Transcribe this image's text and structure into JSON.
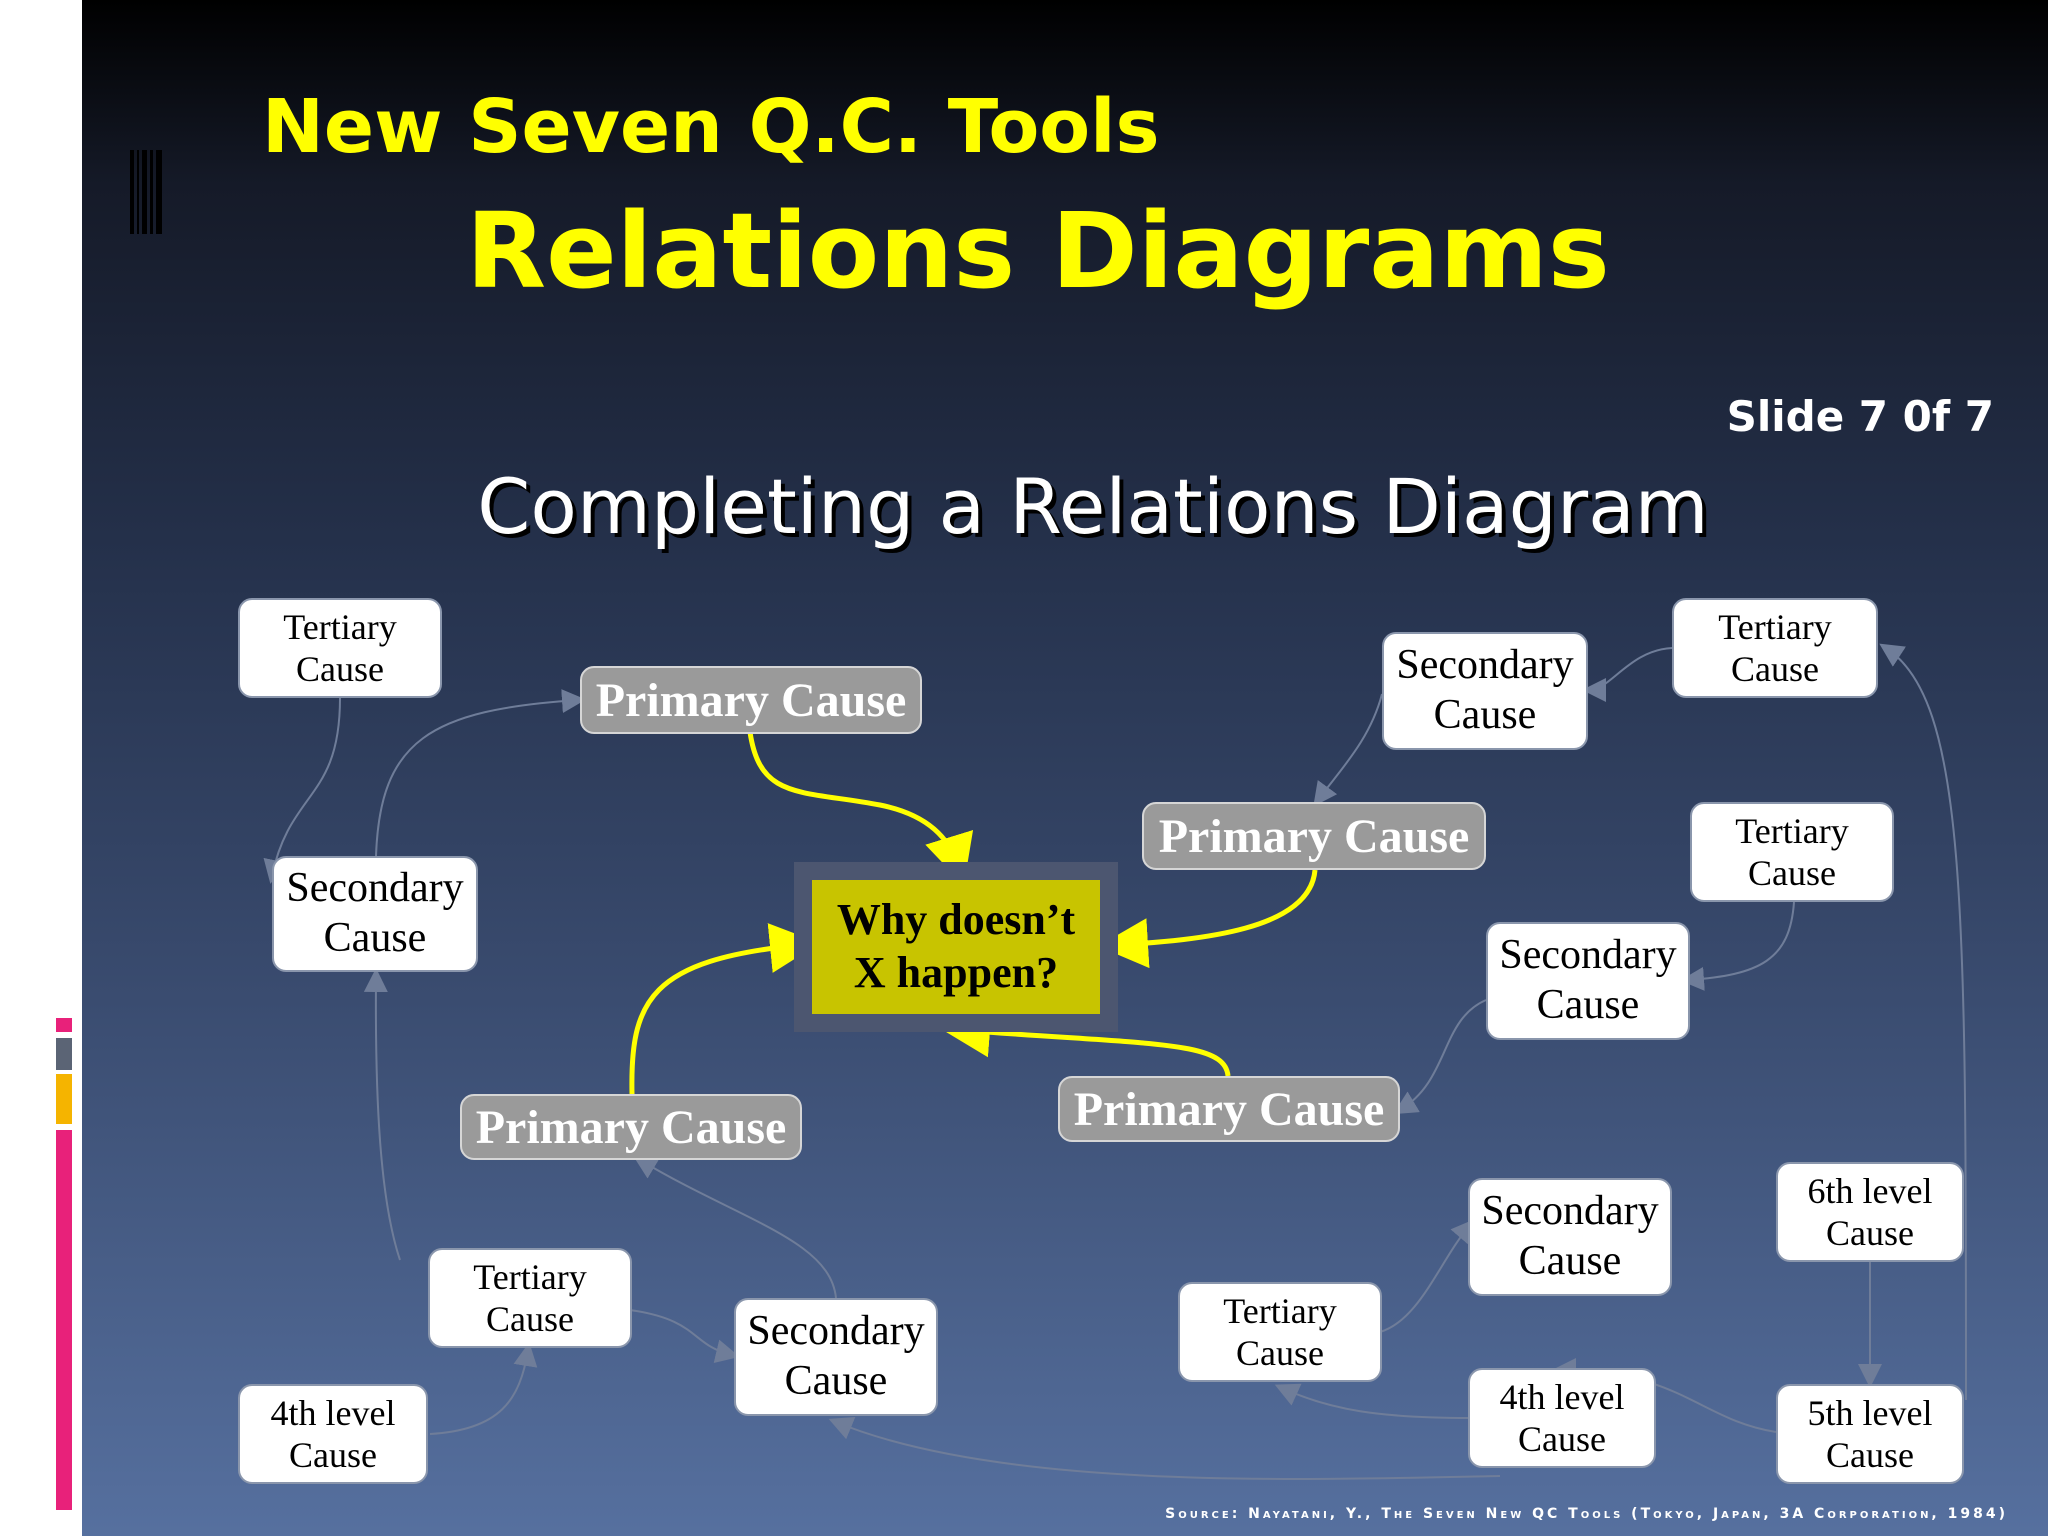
{
  "title_line1": "New Seven Q.C. Tools",
  "title_line2": "Relations Diagrams",
  "slide_number": "Slide 7 0f 7",
  "subtitle": "Completing a Relations Diagram",
  "center_problem": {
    "line1": "Why doesn’t",
    "line2": "X happen?"
  },
  "primary_cause_label": "Primary Cause",
  "nodes": {
    "tertiary_top_left": {
      "line1": "Tertiary",
      "line2": "Cause"
    },
    "secondary_left": {
      "line1": "Secondary",
      "line2": "Cause"
    },
    "tertiary_bottom_left": {
      "line1": "Tertiary",
      "line2": "Cause"
    },
    "fourth_level_left": {
      "line1": "4th level",
      "line2": "Cause"
    },
    "secondary_bottom_center": {
      "line1": "Secondary",
      "line2": "Cause"
    },
    "secondary_top_right": {
      "line1": "Secondary",
      "line2": "Cause"
    },
    "tertiary_top_right": {
      "line1": "Tertiary",
      "line2": "Cause"
    },
    "tertiary_mid_right": {
      "line1": "Tertiary",
      "line2": "Cause"
    },
    "secondary_mid_right": {
      "line1": "Secondary",
      "line2": "Cause"
    },
    "secondary_lower_right": {
      "line1": "Secondary",
      "line2": "Cause"
    },
    "tertiary_lower_center": {
      "line1": "Tertiary",
      "line2": "Cause"
    },
    "fourth_level_right": {
      "line1": "4th level",
      "line2": "Cause"
    },
    "sixth_level": {
      "line1": "6th level",
      "line2": "Cause"
    },
    "fifth_level": {
      "line1": "5th level",
      "line2": "Cause"
    }
  },
  "source": "Source: Nayatani, Y., The Seven New QC Tools (Tokyo, Japan, 3A Corporation, 1984)",
  "colors": {
    "title": "#ffff00",
    "center_fill": "#c8c400",
    "primary_fill": "#9a9a9a",
    "arrow_main": "#ffff00",
    "arrow_minor": "#6f7d99"
  }
}
